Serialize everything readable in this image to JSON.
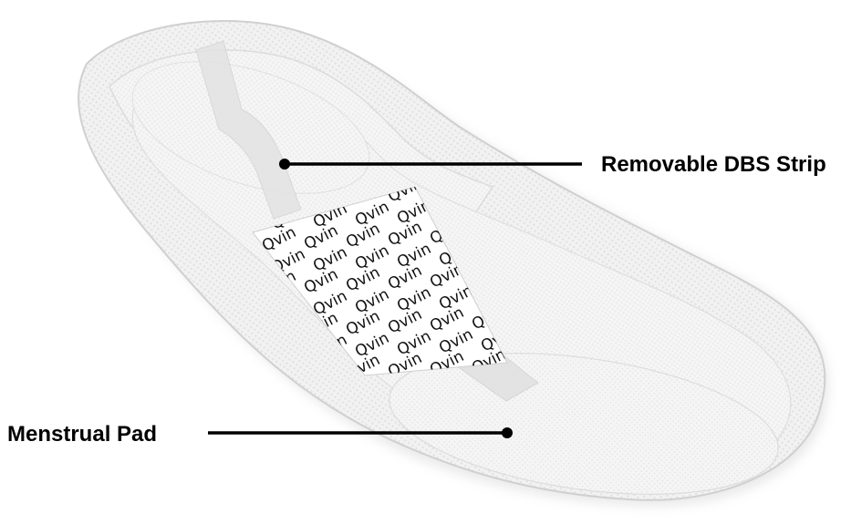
{
  "callouts": {
    "strip_label": "Removable DBS Strip",
    "pad_label": "Menstrual Pad"
  },
  "brand": {
    "wordmark": "Qvin"
  },
  "colors": {
    "pad_outer": "#ececec",
    "pad_inner": "#f4f4f4",
    "pad_shadow": "#d6d6d6",
    "sticker": "#ffffff",
    "ink": "#111111",
    "leader": "#000000"
  },
  "icons": {
    "leader_dot": "filled-circle"
  }
}
